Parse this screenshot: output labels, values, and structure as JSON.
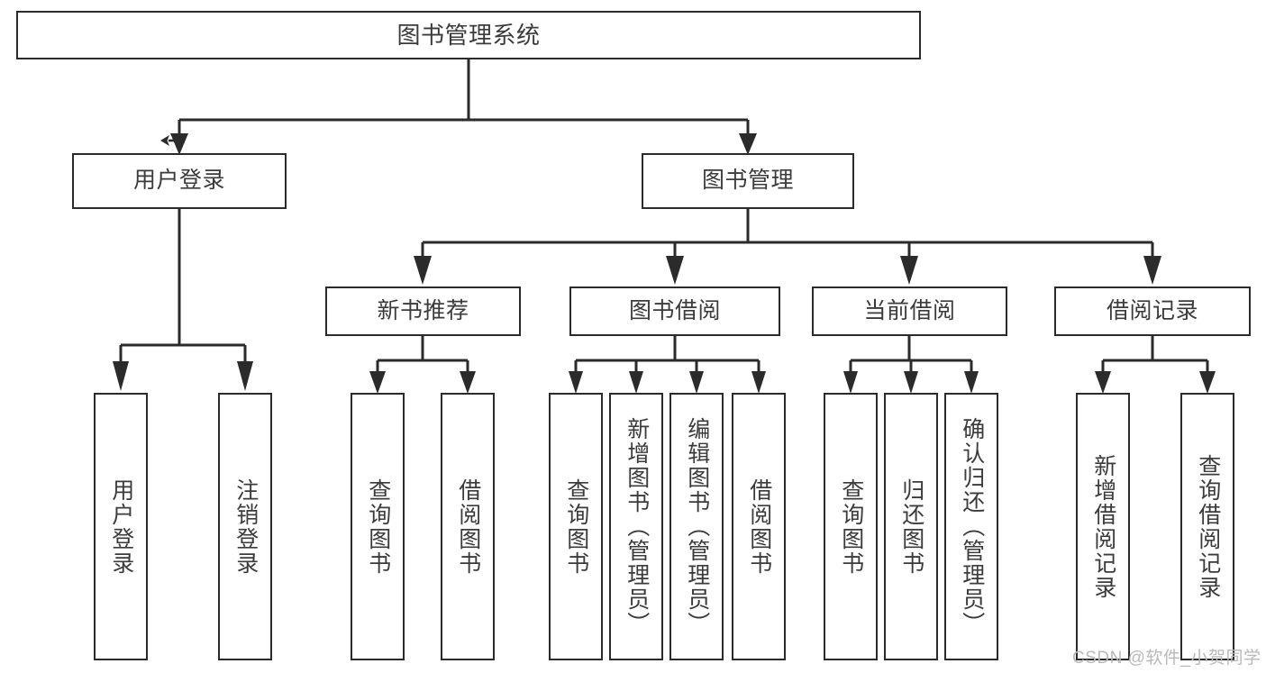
{
  "diagram": {
    "title": "图书管理系统",
    "type": "tree-hierarchy-chart",
    "watermark": "CSDN @软件_小贺同学",
    "colors": {
      "border": "#2b2b2b",
      "text": "#3b3b3b",
      "background": "#ffffff",
      "watermark": "#b9b9b9"
    },
    "nodes": {
      "root": {
        "label": "图书管理系统"
      },
      "level2": [
        {
          "label": "用户登录"
        },
        {
          "label": "图书管理"
        }
      ],
      "level3": [
        {
          "label": "新书推荐"
        },
        {
          "label": "图书借阅"
        },
        {
          "label": "当前借阅"
        },
        {
          "label": "借阅记录"
        }
      ],
      "leaves": {
        "user_login": [
          {
            "label": "用户登录"
          },
          {
            "label": "注销登录"
          }
        ],
        "new_book_recommend": [
          {
            "label": "查询图书"
          },
          {
            "label": "借阅图书"
          }
        ],
        "book_borrow": [
          {
            "label": "查询图书"
          },
          {
            "label": "新增图书（管理员）"
          },
          {
            "label": "编辑图书（管理员）"
          },
          {
            "label": "借阅图书"
          }
        ],
        "current_borrow": [
          {
            "label": "查询图书"
          },
          {
            "label": "归还图书"
          },
          {
            "label": "确认归还（管理员）"
          }
        ],
        "borrow_record": [
          {
            "label": "新增借阅记录"
          },
          {
            "label": "查询借阅记录"
          }
        ]
      }
    }
  }
}
